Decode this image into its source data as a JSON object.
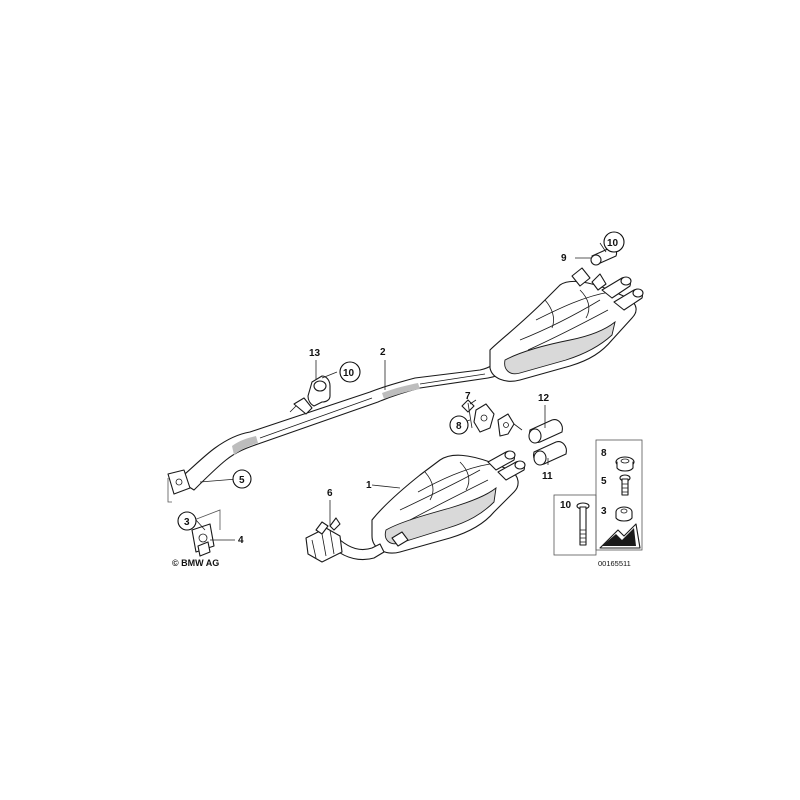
{
  "copyright": "© BMW AG",
  "diagram_number": "00165511",
  "labels": {
    "l1": "1",
    "l2": "2",
    "l3": "3",
    "l4": "4",
    "l5": "5",
    "l6": "6",
    "l7": "7",
    "l8": "8",
    "l9": "9",
    "l10_top": "10",
    "l10_mid": "10",
    "l11": "11",
    "l12": "12",
    "l13": "13"
  },
  "kit_box": {
    "item_8": "8",
    "item_5": "5",
    "item_3": "3",
    "item_10": "10"
  }
}
